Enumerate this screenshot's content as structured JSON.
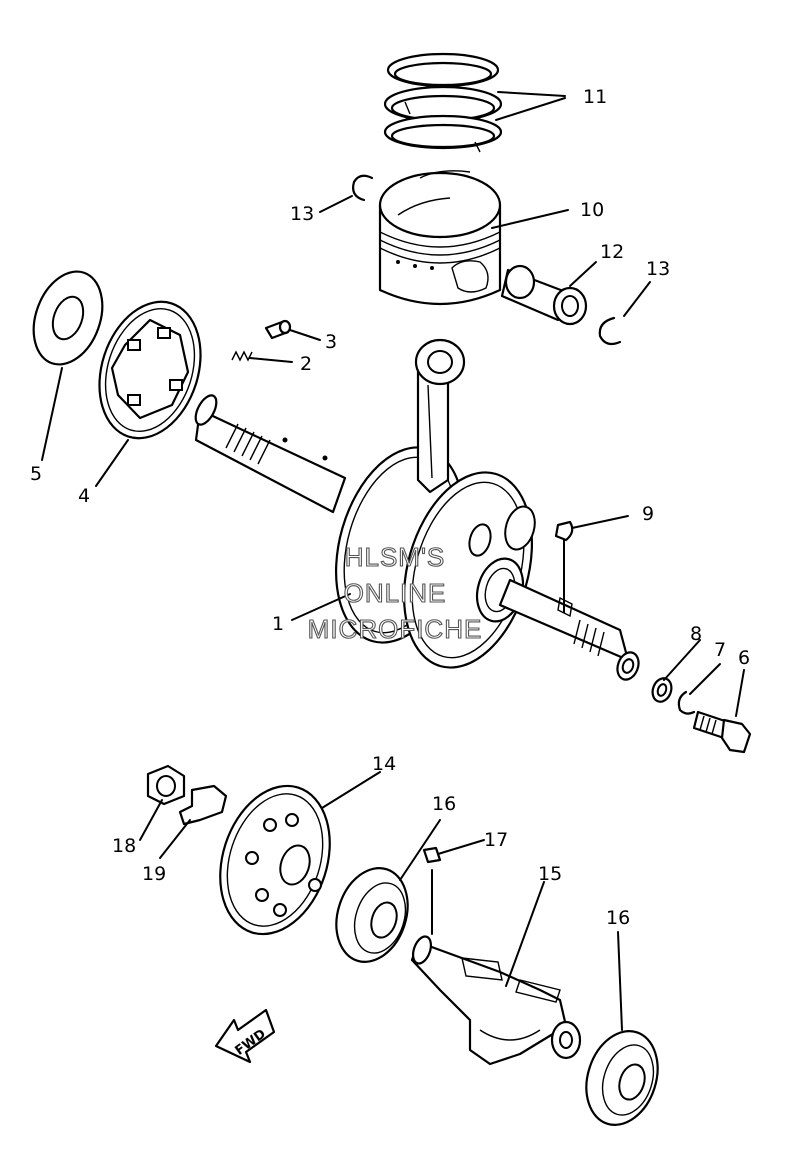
{
  "callouts": {
    "p1": "1",
    "p2": "2",
    "p3": "3",
    "p4": "4",
    "p5": "5",
    "p6": "6",
    "p7": "7",
    "p8": "8",
    "p9": "9",
    "p10": "10",
    "p11": "11",
    "p12": "12",
    "p13a": "13",
    "p13b": "13",
    "p14": "14",
    "p15": "15",
    "p16a": "16",
    "p16b": "16",
    "p17": "17",
    "p18": "18",
    "p19": "19"
  },
  "watermark": {
    "line1": "HLSM'S",
    "line2": "ONLINE",
    "line3": "MICROFICHE"
  },
  "direction_label": "FWD"
}
